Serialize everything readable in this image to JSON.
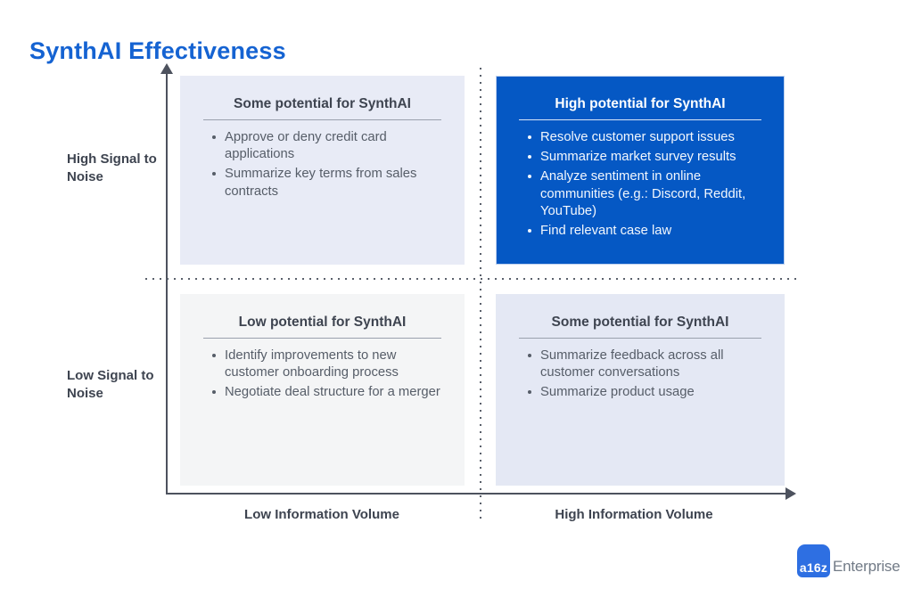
{
  "page": {
    "title": "SynthAI Effectiveness"
  },
  "colors": {
    "title_blue": "#1563D2",
    "quadrant_high_blue": "#0558C4",
    "quadrant_lavender": "#E8EBF6",
    "quadrant_lavender_light": "#E4E8F4",
    "quadrant_gray": "#F4F5F6",
    "axis_gray": "#4D525E",
    "text_dark": "#3E4450",
    "logo_blue": "#2E6FE2"
  },
  "matrix": {
    "y_axis": {
      "high_label": "High Signal to Noise",
      "low_label": "Low Signal to Noise"
    },
    "x_axis": {
      "low_label": "Low Information Volume",
      "high_label": "High Information Volume"
    },
    "quadrants": [
      {
        "position": "top-left",
        "title": "Some potential for SynthAI",
        "items": [
          "Approve or deny credit card applications",
          "Summarize key terms from sales contracts"
        ]
      },
      {
        "position": "top-right",
        "title": "High potential for SynthAI",
        "items": [
          "Resolve customer support issues",
          "Summarize market survey results",
          "Analyze sentiment in online communities (e.g.: Discord, Reddit, YouTube)",
          "Find relevant case law"
        ]
      },
      {
        "position": "bottom-left",
        "title": "Low potential for SynthAI",
        "items": [
          "Identify improvements to new customer onboarding process",
          "Negotiate deal structure for a merger"
        ]
      },
      {
        "position": "bottom-right",
        "title": "Some potential for SynthAI",
        "items": [
          "Summarize feedback across all customer conversations",
          "Summarize product usage"
        ]
      }
    ]
  },
  "footer": {
    "logo_text": "a16z",
    "logo_suffix": "Enterprise"
  }
}
